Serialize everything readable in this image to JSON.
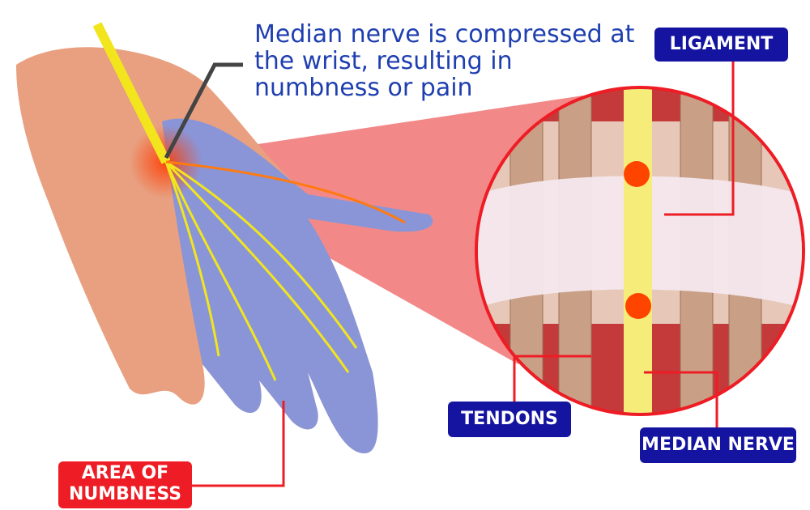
{
  "caption": "Median nerve is compressed at the wrist, resulting in numbness or pain",
  "labels": {
    "ligament": "LIGAMENT",
    "tendons": "TENDONS",
    "median_nerve": "MEDIAN NERVE",
    "area_of_numbness": "AREA OF NUMBNESS"
  },
  "colors": {
    "label_blue": "#1414a0",
    "label_red": "#ee1c24",
    "caption_blue": "#1f3fb0",
    "numb_area": "#7f93e0",
    "nerve": "#f2e51e"
  }
}
